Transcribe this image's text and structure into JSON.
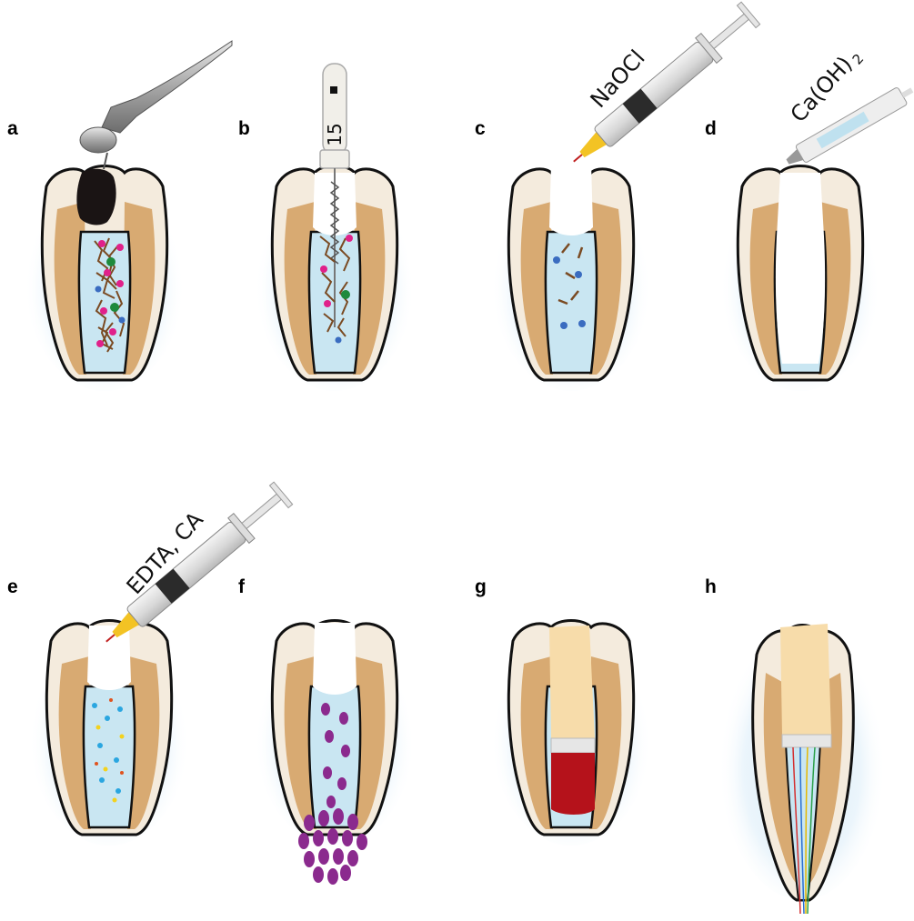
{
  "panels": [
    {
      "letter": "a",
      "reagent": ""
    },
    {
      "letter": "b",
      "reagent": "",
      "file_size": "15"
    },
    {
      "letter": "c",
      "reagent": "NaOCl"
    },
    {
      "letter": "d",
      "reagent": "Ca(OH)",
      "reagent_subscript": "2"
    },
    {
      "letter": "e",
      "reagent": "EDTA, CA"
    },
    {
      "letter": "f",
      "reagent": ""
    },
    {
      "letter": "g",
      "reagent": ""
    },
    {
      "letter": "h",
      "reagent": ""
    }
  ],
  "colors": {
    "enamel": "#f4ebdd",
    "dentin": "#d8aa72",
    "canal": "#c9e6f2",
    "halo": "#cfe8f5",
    "outline": "#111111",
    "blood": "#b5121b",
    "cells": "#8b2a8e",
    "debris": "#7a4a22",
    "bacteria_pink": "#e0218a",
    "bacteria_green": "#1e8a3c",
    "bacteria_blue": "#3a6cc0",
    "tissue": "#f7dcaa"
  }
}
